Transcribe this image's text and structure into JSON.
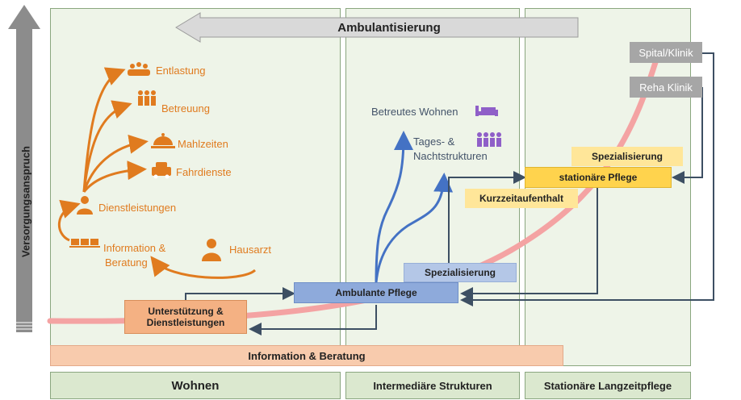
{
  "y_axis_label": "Versorgungsanspruch",
  "ambulantisierung": "Ambulantisierung",
  "services": {
    "entlastung": "Entlastung",
    "betreuung": "Betreuung",
    "mahlzeiten": "Mahlzeiten",
    "fahrdienste": "Fahrdienste",
    "dienstleistungen": "Dienstleistungen",
    "information_beratung": [
      "Information &",
      "Beratung"
    ],
    "hausarzt": "Hausarzt"
  },
  "intermediate": {
    "betreutes_wohnen": "Betreutes Wohnen",
    "tagesstrukturen": [
      "Tages- &",
      "Nachtstrukturen"
    ]
  },
  "boxes": {
    "unterstuetzung": [
      "Unterstützung &",
      "Dienstleistungen"
    ],
    "ambulante_pflege": "Ambulante Pflege",
    "spezialisierung_amb": "Spezialisierung",
    "spezialisierung_stat": "Spezialisierung",
    "stationaere_pflege": "stationäre Pflege",
    "kurzzeitaufenthalt": "Kurzzeitaufenthalt",
    "spital_klinik": "Spital/Klinik",
    "reha_klinik": "Reha Klinik",
    "information_beratung_bar": "Information & Beratung"
  },
  "footer": {
    "wohnen": "Wohnen",
    "intermediaere": "Intermediäre Strukturen",
    "stationaere": "Stationäre Langzeitpflege"
  },
  "colors": {
    "orange": "#e07b1f",
    "blue_arrow": "#4472c4",
    "dark_arrow": "#3d4f63",
    "curve": "#f4a3a3",
    "panel_bg": "#eef4e8",
    "footer_bg": "#dbe8cf"
  }
}
